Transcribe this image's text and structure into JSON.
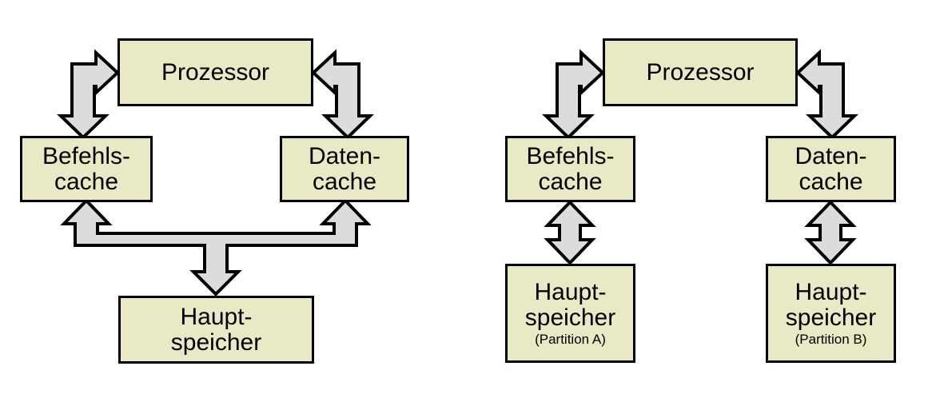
{
  "diagram": {
    "type": "block-diagram",
    "description": "Harvard architecture cache organisation: unified main memory vs. partitioned main memory",
    "colors": {
      "node_fill": "#e9e9c6",
      "node_border": "#000000",
      "arrow_fill": "#dcdcdc",
      "arrow_border": "#000000",
      "background": "#ffffff"
    },
    "panels": [
      {
        "id": "unified",
        "nodes": [
          {
            "id": "u-processor",
            "label": "Prozessor"
          },
          {
            "id": "u-icache",
            "line1": "Befehls-",
            "line2": "cache"
          },
          {
            "id": "u-dcache",
            "line1": "Daten-",
            "line2": "cache"
          },
          {
            "id": "u-memory",
            "line1": "Haupt-",
            "line2": "speicher"
          }
        ],
        "connectors": [
          {
            "id": "u-conn-proc-icache",
            "kind": "elbow-double-arrow",
            "from": "u-icache",
            "to": "u-processor"
          },
          {
            "id": "u-conn-proc-dcache",
            "kind": "elbow-double-arrow",
            "from": "u-dcache",
            "to": "u-processor"
          },
          {
            "id": "u-conn-caches-memory",
            "kind": "tee-triple-arrow",
            "from": "u-memory",
            "to": "u-icache,u-dcache"
          }
        ]
      },
      {
        "id": "partitioned",
        "nodes": [
          {
            "id": "p-processor",
            "label": "Prozessor"
          },
          {
            "id": "p-icache",
            "line1": "Befehls-",
            "line2": "cache"
          },
          {
            "id": "p-dcache",
            "line1": "Daten-",
            "line2": "cache"
          },
          {
            "id": "p-memory-a",
            "line1": "Haupt-",
            "line2": "speicher",
            "line3": "(Partition A)"
          },
          {
            "id": "p-memory-b",
            "line1": "Haupt-",
            "line2": "speicher",
            "line3": "(Partition B)"
          }
        ],
        "connectors": [
          {
            "id": "p-conn-proc-icache",
            "kind": "elbow-double-arrow",
            "from": "p-icache",
            "to": "p-processor"
          },
          {
            "id": "p-conn-proc-dcache",
            "kind": "elbow-double-arrow",
            "from": "p-dcache",
            "to": "p-processor"
          },
          {
            "id": "p-conn-icache-mem-a",
            "kind": "vertical-double-arrow",
            "from": "p-icache",
            "to": "p-memory-a"
          },
          {
            "id": "p-conn-dcache-mem-b",
            "kind": "vertical-double-arrow",
            "from": "p-dcache",
            "to": "p-memory-b"
          }
        ]
      }
    ]
  }
}
